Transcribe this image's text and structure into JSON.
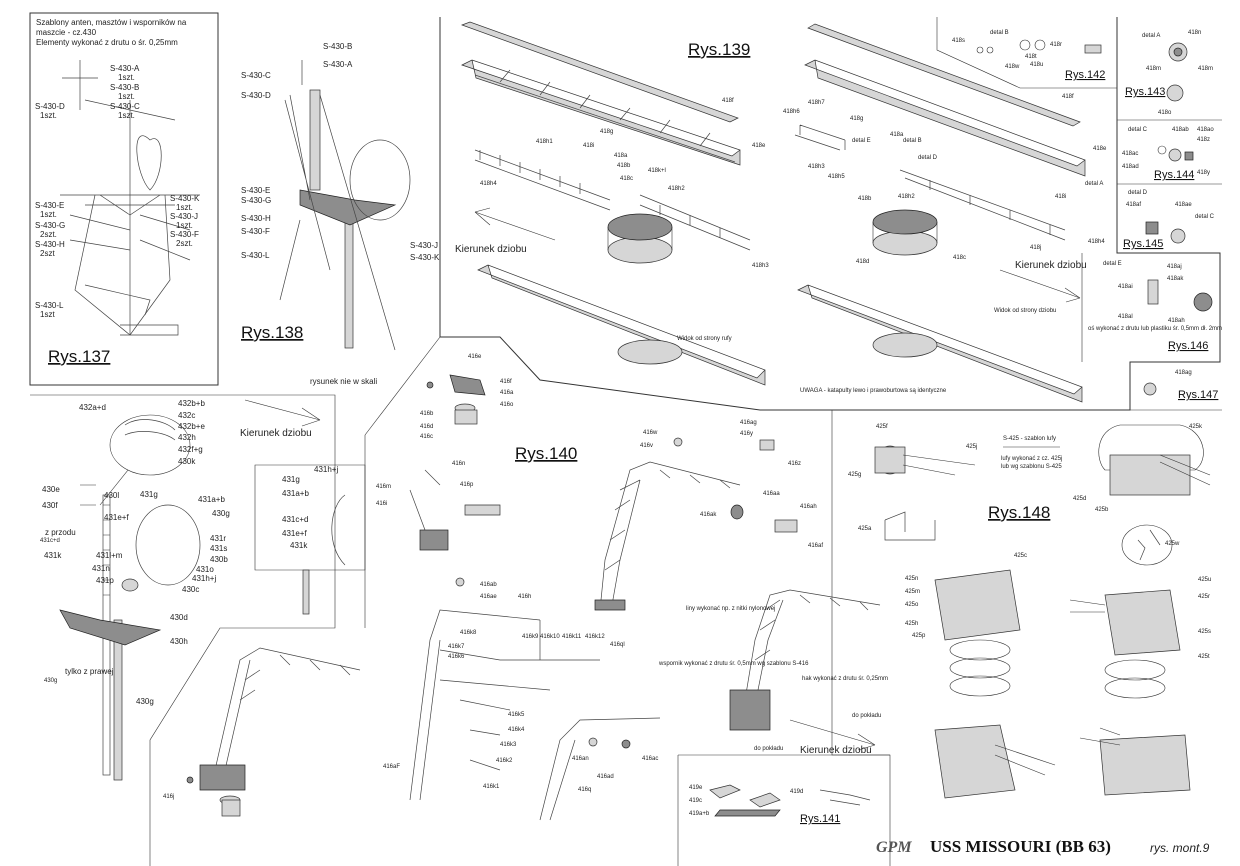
{
  "sheet": {
    "brand": "GPM",
    "ship": "USS MISSOURI (BB 63)",
    "sheet_id": "rys. mont.9"
  },
  "fig137": {
    "title": "Rys.137",
    "note": [
      "Szablony anten, masztów i wsporników na",
      "maszcie - cz.430",
      "Elementy wykonać z drutu o śr. 0,25mm"
    ],
    "labels": [
      {
        "code": "S-430-A",
        "qty": "1szt."
      },
      {
        "code": "S-430-B",
        "qty": "1szt."
      },
      {
        "code": "S-430-D",
        "qty": "1szt."
      },
      {
        "code": "S-430-C",
        "qty": "1szt."
      },
      {
        "code": "S-430-E",
        "qty": "1szt."
      },
      {
        "code": "S-430-K",
        "qty": "1szt."
      },
      {
        "code": "S-430-G",
        "qty": "2szt."
      },
      {
        "code": "S-430-J",
        "qty": "1szt."
      },
      {
        "code": "S-430-F",
        "qty": "2szt."
      },
      {
        "code": "S-430-H",
        "qty": "2szt"
      },
      {
        "code": "S-430-L",
        "qty": "1szt"
      }
    ]
  },
  "fig138": {
    "title": "Rys.138",
    "note": "rysunek nie w skali",
    "labels": [
      "S-430-B",
      "S-430-A",
      "S-430-C",
      "S-430-D",
      "S-430-E",
      "S-430-G",
      "S-430-H",
      "S-430-F",
      "S-430-L",
      "S-430-J",
      "S-430-K"
    ]
  },
  "fig139": {
    "title": "Rys.139",
    "dir_label": "Kierunek dziobu",
    "view_note": "Widok od strony rufy",
    "labels": [
      "418f",
      "418g",
      "418e",
      "418h1",
      "418i",
      "418a",
      "418b",
      "418h4",
      "418c",
      "418k+l",
      "418h2",
      "418h3"
    ]
  },
  "fig139b": {
    "dir_label": "Kierunek dziobu",
    "view_note": "Widok od strony dziobu",
    "warning": "UWAGA - katapulty lewo i prawoburtowa są identyczne",
    "labels": [
      "418f",
      "418h7",
      "418g",
      "418h6",
      "detal E",
      "418a",
      "418h3",
      "detal B",
      "418h5",
      "detal D",
      "418b",
      "418h2",
      "418e",
      "detal A",
      "418d",
      "418c",
      "418j",
      "418h4",
      "418i"
    ]
  },
  "fig140": {
    "title": "Rys.140",
    "dir_label": "Kierunek dziobu",
    "notes": {
      "lines": "liny wykonać np. z nitki nylonowej",
      "bracket": "wspornik wykonać z drutu śr. 0,5mm wg szablonu S-416",
      "hook": "hak wykonać z drutu śr. 0,25mm",
      "deck1": "do pokładu",
      "deck2": "do pokładu"
    },
    "labels": [
      "416e",
      "416f",
      "416a",
      "416b",
      "416d",
      "416c",
      "416m",
      "416i",
      "416o",
      "416p",
      "416n",
      "416w",
      "416z",
      "416aa",
      "416y",
      "416v",
      "416ag",
      "416ak",
      "416ah",
      "416af",
      "416ab",
      "416ae",
      "416h",
      "416k8",
      "416k7",
      "416k6",
      "416k9",
      "416k10",
      "416k11",
      "416k12",
      "416ql",
      "416k5",
      "416k4",
      "416k3",
      "416k2",
      "416k1",
      "416q",
      "416an",
      "416ad",
      "416ac",
      "416j",
      "416aF"
    ]
  },
  "fig141": {
    "title": "Rys.141",
    "labels": [
      "419e",
      "419c",
      "419a+b",
      "419d"
    ]
  },
  "fig142": {
    "title": "Rys.142",
    "detail": "detal B",
    "labels": [
      "418s",
      "418t",
      "418r",
      "418u",
      "418w"
    ]
  },
  "fig143": {
    "title": "Rys.143",
    "detail": "detal A",
    "labels": [
      "418n",
      "418m",
      "418o",
      "418m"
    ]
  },
  "fig144": {
    "title": "Rys.144",
    "detail": "detal C",
    "labels": [
      "418ab",
      "418ao",
      "418ac",
      "418z",
      "418ad",
      "418y"
    ]
  },
  "fig145": {
    "title": "Rys.145",
    "detail": "detal D",
    "labels": [
      "418af",
      "418ae",
      "detal C"
    ]
  },
  "fig146": {
    "title": "Rys.146",
    "detail": "detal E",
    "note": "oś wykonać z drutu lub plastiku śr. 0,5mm dł. 2mm",
    "labels": [
      "418aj",
      "418ak",
      "418ai",
      "418al",
      "418ah"
    ]
  },
  "fig147": {
    "title": "Rys.147",
    "labels": [
      "418ag"
    ]
  },
  "fig148": {
    "title": "Rys.148",
    "template_note": [
      "S-425 - szablon lufy",
      "lufy wykonać z cz. 425j",
      "lub wg szablonu S-425"
    ],
    "labels": [
      "425f",
      "425g",
      "425j",
      "425k",
      "425a",
      "425d",
      "425b",
      "425c",
      "425n",
      "425m",
      "425o",
      "425h",
      "425p",
      "425r",
      "425s",
      "425t",
      "425w",
      "425u"
    ]
  },
  "fig430": {
    "labels": [
      "432a+d",
      "432b+b",
      "432c",
      "432b+e",
      "432h",
      "432f+g",
      "430k",
      "430e",
      "430l",
      "430f",
      "431e+f",
      "431g",
      "431a+b",
      "430g",
      "z przodu",
      "431c+d",
      "431r",
      "431s",
      "430b",
      "431k",
      "431l+m",
      "431n",
      "431p",
      "431o",
      "431h+j",
      "430c",
      "430d",
      "430h",
      "tylko z prawej",
      "430g"
    ]
  },
  "fig431": {
    "dir_label": "Kierunek dziobu",
    "labels": [
      "431h+j",
      "431g",
      "431a+b",
      "431c+d",
      "431e+f",
      "431k"
    ]
  }
}
